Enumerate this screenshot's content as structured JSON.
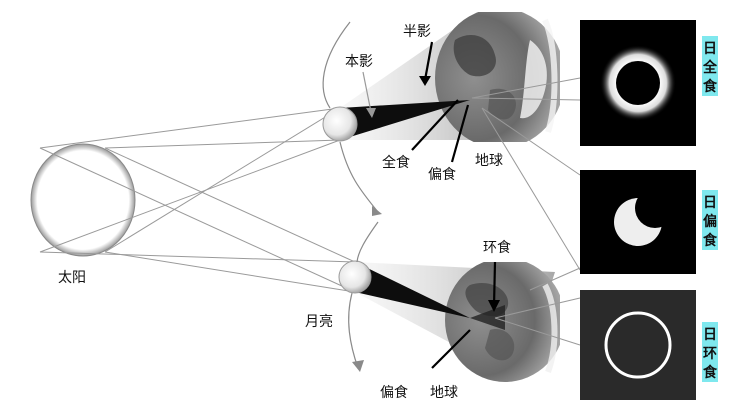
{
  "labels": {
    "sun": "太阳",
    "moon": "月亮",
    "umbra": "本影",
    "penumbra": "半影",
    "earth_top": "地球",
    "earth_bottom": "地球",
    "total_point": "全食",
    "partial_top": "偏食",
    "annular_point": "环食",
    "partial_bottom": "偏食"
  },
  "panels": {
    "total": {
      "chars": [
        "日",
        "全",
        "食"
      ]
    },
    "partial": {
      "chars": [
        "日",
        "偏",
        "食"
      ]
    },
    "annular": {
      "chars": [
        "日",
        "环",
        "食"
      ]
    }
  },
  "colors": {
    "side_label_highlight": "#7fe8ee",
    "panel_background": "#000000",
    "corona": "#ffffff"
  }
}
